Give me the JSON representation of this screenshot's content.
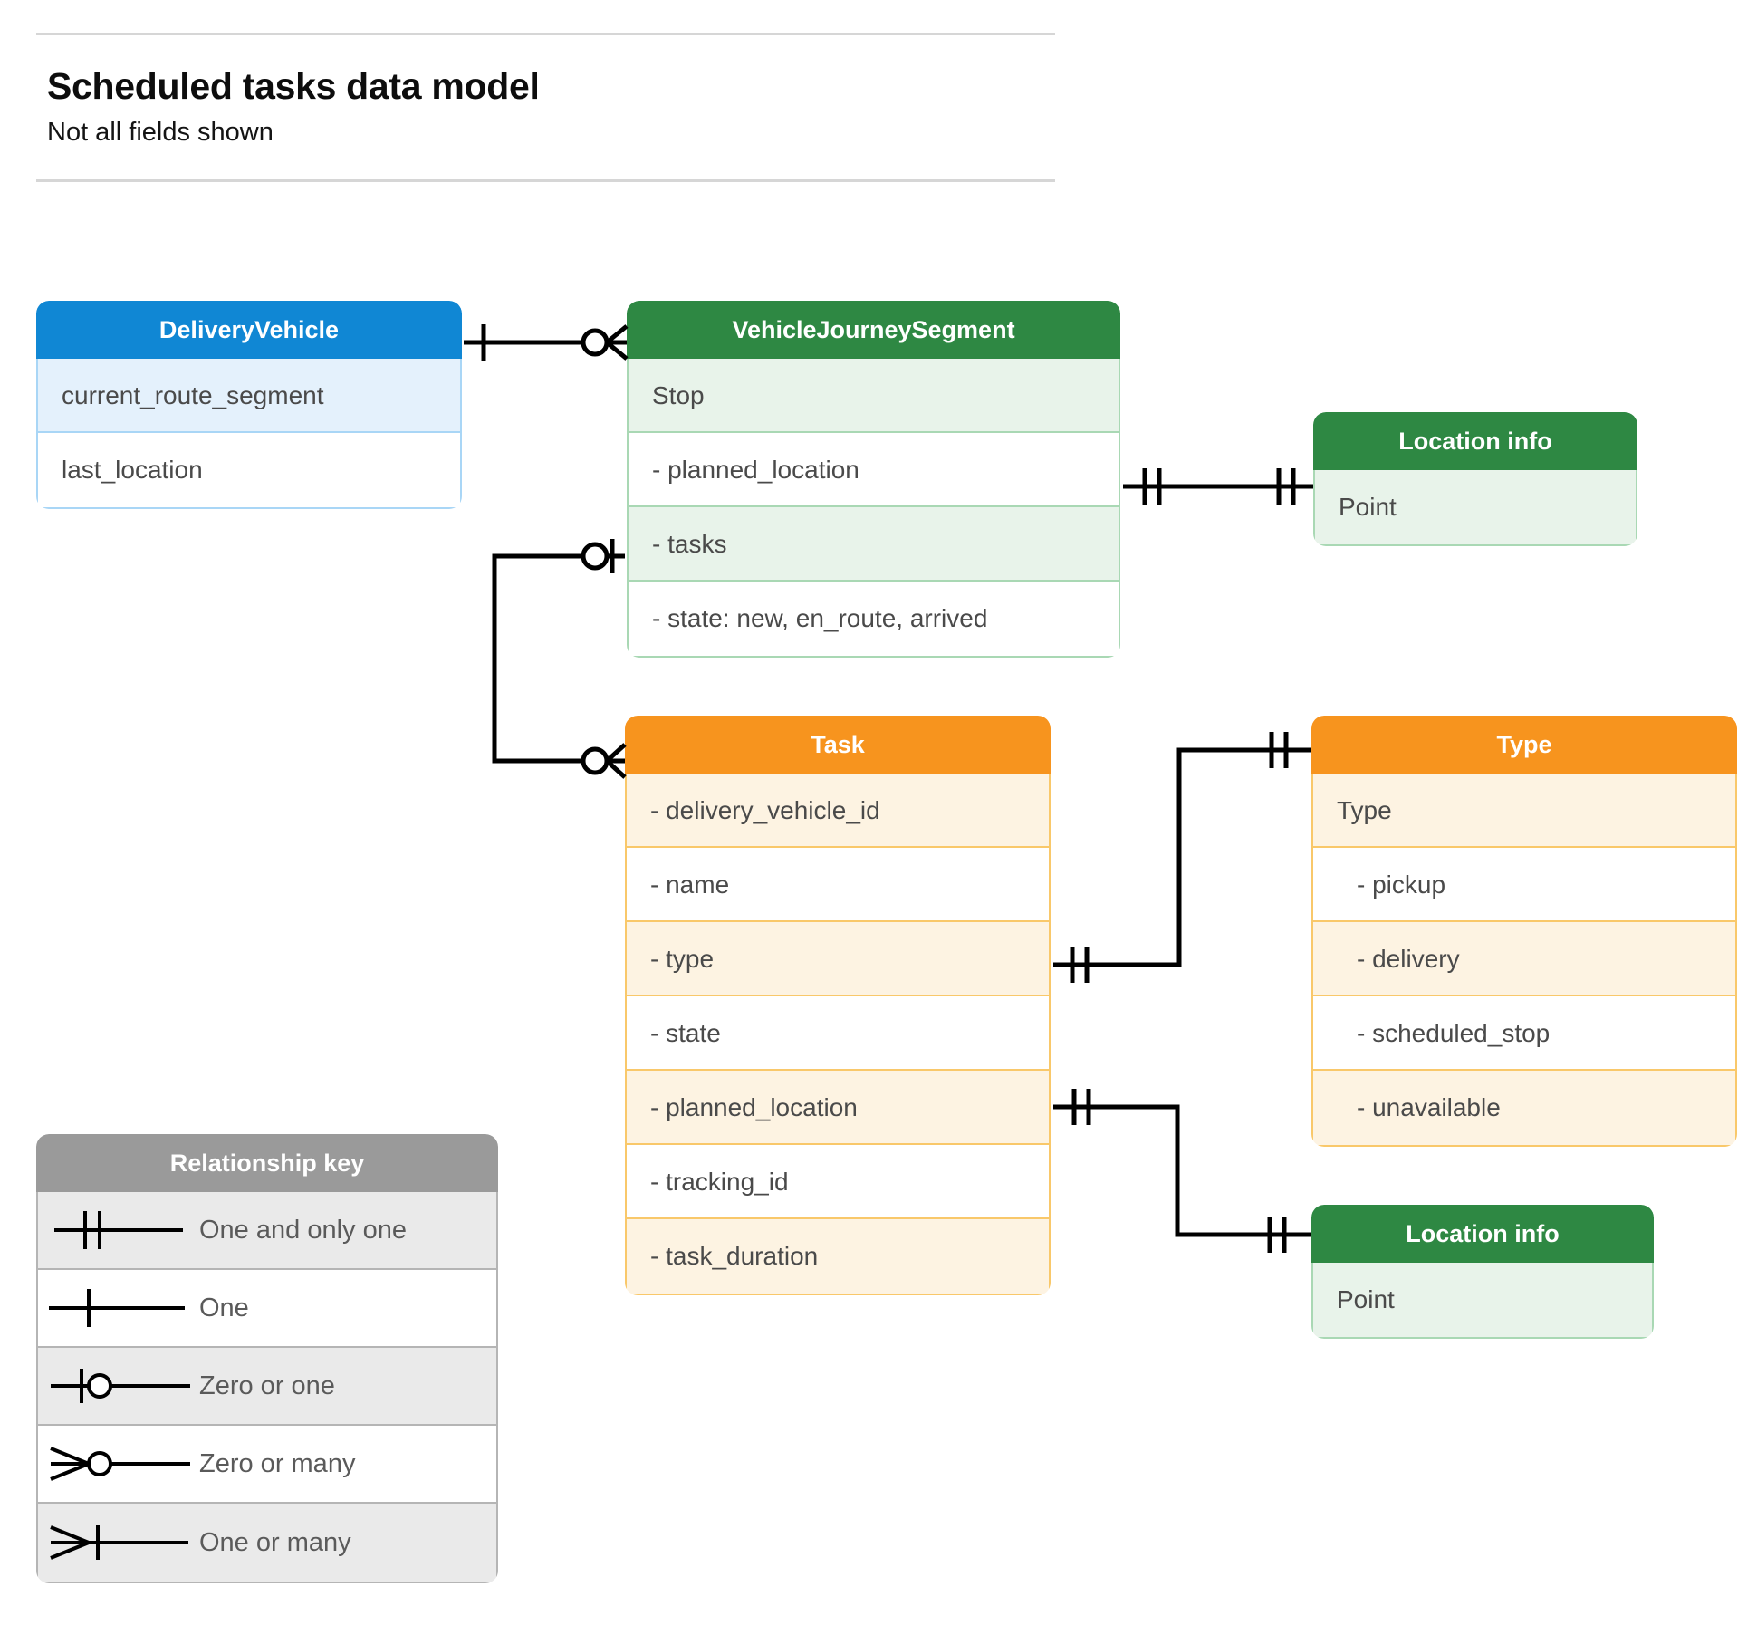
{
  "header": {
    "title": "Scheduled tasks data model",
    "subtitle": "Not all fields shown"
  },
  "colors": {
    "blue_header": "#1087d4",
    "blue_row": "#e4f1fc",
    "blue_border": "#a9d6f6",
    "green_header": "#2e8843",
    "green_row": "#e8f3ea",
    "green_border": "#a9d8b4",
    "orange_header": "#f7941e",
    "orange_row": "#fdf3e2",
    "orange_border": "#f9c86a",
    "gray_header": "#9a9a9a",
    "gray_row": "#eaeaea",
    "gray_border": "#b5b5b5",
    "connector": "#000000",
    "text": "#4a4a4a",
    "rule": "#d6d6d6"
  },
  "entities": {
    "delivery_vehicle": {
      "title": "DeliveryVehicle",
      "rows": [
        "current_route_segment",
        "last_location"
      ]
    },
    "vehicle_journey_segment": {
      "title": "VehicleJourneySegment",
      "rows": [
        "Stop",
        "-  planned_location",
        "- tasks",
        "- state: new, en_route, arrived"
      ]
    },
    "location_info_top": {
      "title": "Location info",
      "rows": [
        "Point"
      ]
    },
    "task": {
      "title": "Task",
      "rows": [
        "- delivery_vehicle_id",
        "- name",
        "- type",
        "- state",
        "- planned_location",
        "- tracking_id",
        "- task_duration"
      ]
    },
    "type": {
      "title": "Type",
      "rows": [
        "Type",
        "-   pickup",
        "-   delivery",
        "-   scheduled_stop",
        "-   unavailable"
      ]
    },
    "location_info_bottom": {
      "title": "Location info",
      "rows": [
        "Point"
      ]
    }
  },
  "legend": {
    "title": "Relationship key",
    "items": [
      {
        "symbol": "one-and-only-one-icon",
        "label": "One and only one"
      },
      {
        "symbol": "one-icon",
        "label": "One"
      },
      {
        "symbol": "zero-or-one-icon",
        "label": "Zero or one"
      },
      {
        "symbol": "zero-or-many-icon",
        "label": "Zero or many"
      },
      {
        "symbol": "one-or-many-icon",
        "label": "One or many"
      }
    ]
  },
  "relationships": [
    {
      "name": "delivery-vehicle-to-vehicle-journey-segment",
      "from": "DeliveryVehicle",
      "to": "VehicleJourneySegment",
      "from_cardinality": "One",
      "to_cardinality": "Zero or many"
    },
    {
      "name": "vehicle-journey-segment-tasks-to-task",
      "from": "VehicleJourneySegment.tasks",
      "to": "Task",
      "from_cardinality": "Zero or one",
      "to_cardinality": "Zero or many"
    },
    {
      "name": "vehicle-journey-segment-planned-location-to-location-info",
      "from": "VehicleJourneySegment.planned_location",
      "to": "Location info",
      "from_cardinality": "One and only one",
      "to_cardinality": "One and only one"
    },
    {
      "name": "task-type-to-type",
      "from": "Task.type",
      "to": "Type",
      "from_cardinality": "One and only one",
      "to_cardinality": "One and only one"
    },
    {
      "name": "task-planned-location-to-location-info",
      "from": "Task.planned_location",
      "to": "Location info",
      "from_cardinality": "One and only one",
      "to_cardinality": "One and only one"
    }
  ]
}
